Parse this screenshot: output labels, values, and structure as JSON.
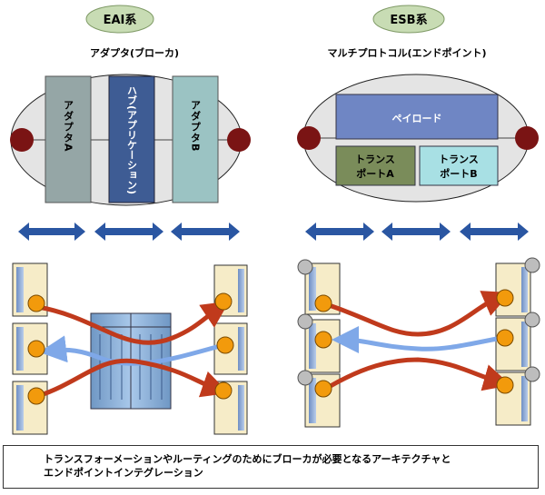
{
  "eai": {
    "badge": "EAI系",
    "subtitle": "アダプタ(ブローカ)",
    "adapter_a": "アダプタA",
    "hub": "ハブ(アプリケーション)",
    "adapter_b": "アダプタB"
  },
  "esb": {
    "badge": "ESB系",
    "subtitle": "マルチプロトコル(エンドポイント)",
    "payload": "ペイロード",
    "transport_a_line1": "トランス",
    "transport_a_line2": "ポートA",
    "transport_b_line1": "トランス",
    "transport_b_line2": "ポートB"
  },
  "caption": {
    "line1": "トランスフォーメーションやルーティングのためにブローカが必要となるアーキテクチャと",
    "line2": "エンドポイントインテグレーション"
  },
  "colors": {
    "badge_green": "#c8dcb4",
    "ellipse_gray": "#e4e4e4",
    "node_maroon": "#7a1414",
    "adapter_gray": "#95a6a6",
    "hub_blue": "#3e5c94",
    "adapter_teal": "#9bc3c3",
    "payload_blue": "#6f86c4",
    "transport_green": "#7a8c5a",
    "transport_cyan": "#a8e0e4",
    "arrow_blue": "#2a56a2",
    "flow_red": "#c03a1c",
    "flow_lightblue": "#7fa8e8",
    "endpoint_orange": "#f29a0c"
  }
}
